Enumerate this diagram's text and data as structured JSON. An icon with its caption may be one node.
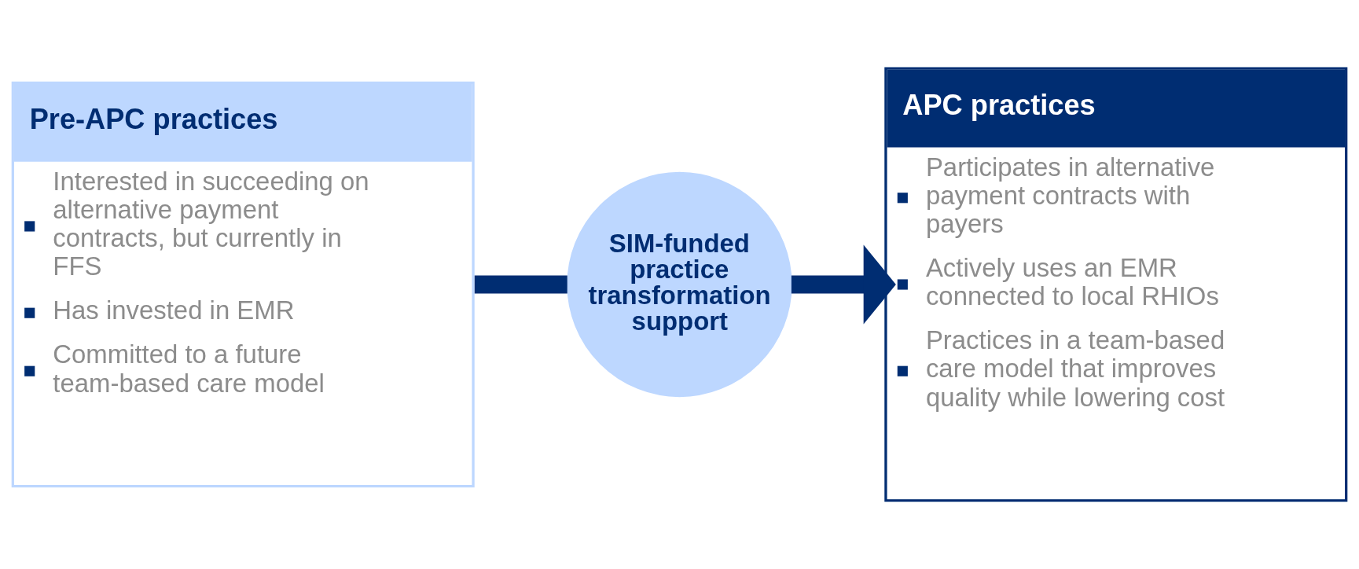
{
  "diagram": {
    "nodes": [
      {
        "text": [
          "Pre-APC practices",
          "Interested in succeeding on alternative payment contracts, but currently in FFS",
          "Has invested in EMR",
          "Committed to a future team-based care model"
        ]
      },
      {
        "text": [
          "SIM-funded practice transformation support"
        ]
      },
      {
        "text": [
          "APC practices",
          "Participates in alternative payment contracts with payers",
          "Actively uses an EMR connected to local RHIOs",
          "Practices in a team-based care model that improves quality while lowering cost"
        ]
      }
    ],
    "edges": [
      {
        "from": 0,
        "to": 1,
        "arrow": "none"
      },
      {
        "from": 1,
        "to": 2,
        "arrow": "to"
      }
    ]
  }
}
